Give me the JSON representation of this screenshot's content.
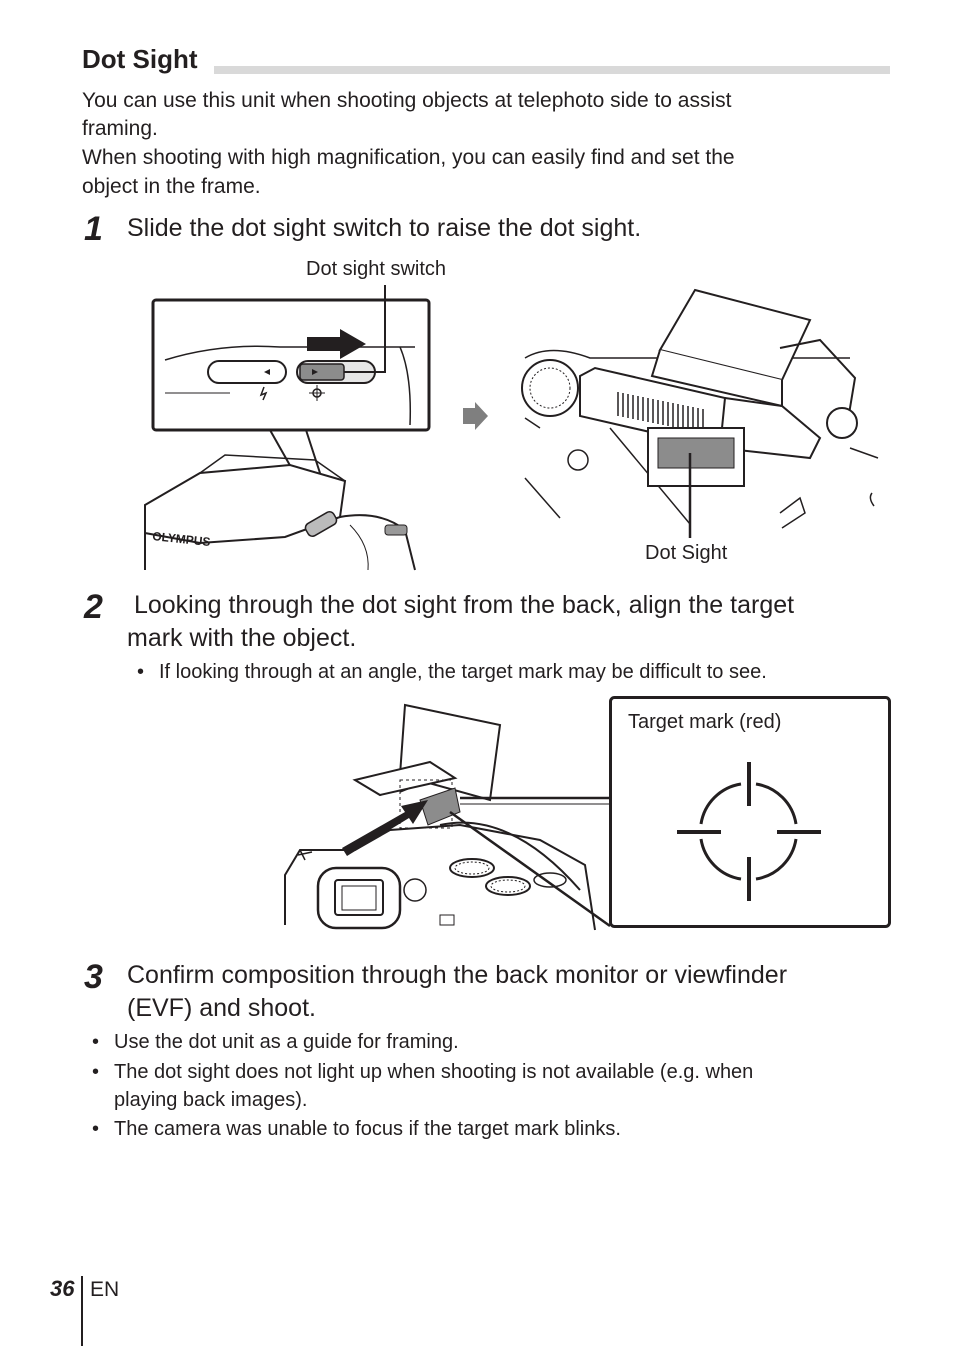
{
  "section": {
    "title": "Dot Sight",
    "intro": [
      "You can use this unit when shooting objects at telephoto side to assist",
      "framing.",
      "When shooting with high magnification, you can easily find and set the",
      "object in the frame."
    ]
  },
  "steps": [
    {
      "number": "1",
      "lines": [
        "Slide the dot sight switch to raise the dot sight."
      ]
    },
    {
      "number": "2",
      "lines": [
        " Looking through the dot sight from the back, align the target",
        "mark with the object."
      ],
      "bullets": [
        "If looking through at an angle, the target mark may be difficult to see."
      ]
    },
    {
      "number": "3",
      "lines": [
        "Confirm composition through the back monitor or viewfinder",
        "(EVF) and shoot."
      ]
    }
  ],
  "figure1": {
    "switch_label": "Dot sight switch",
    "dot_sight_label": "Dot Sight",
    "brand": "OLYMPUS"
  },
  "figure2": {
    "target_label": "Target mark (red)"
  },
  "notes": [
    "Use the dot unit as a guide for framing.",
    "The dot sight does not light up when shooting is not available (e.g. when",
    "playing back images).",
    "The camera was unable to focus if the target mark blinks."
  ],
  "bullet_symbol": "•",
  "footer": {
    "page": "36",
    "lang": "EN"
  }
}
